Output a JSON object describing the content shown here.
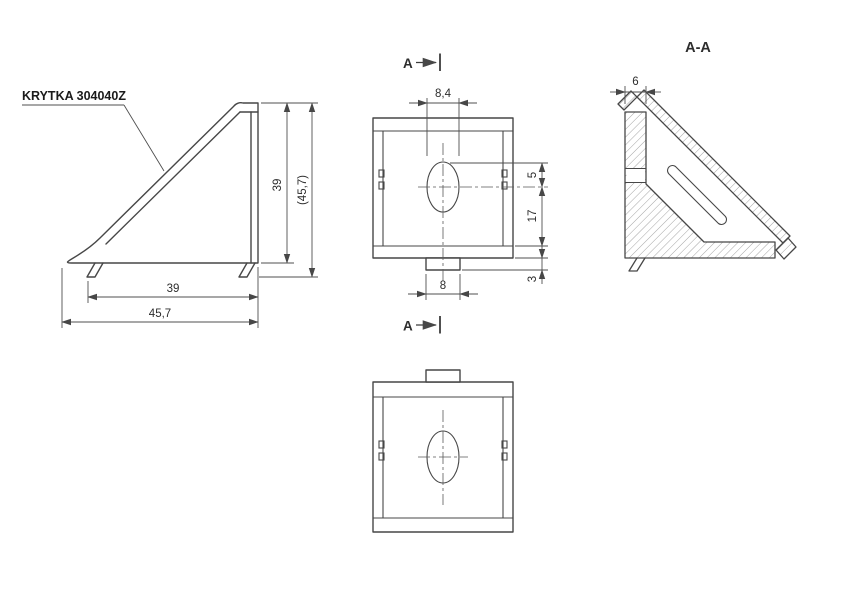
{
  "part": {
    "label": "KRYTKA 304040Z"
  },
  "side_view": {
    "dim_height": "39",
    "dim_total_height": "(45,7)",
    "dim_width": "39",
    "dim_total_width": "45,7"
  },
  "front_view": {
    "cut_letter": "A",
    "dim_slot_width": "8,4",
    "dim_top": "5",
    "dim_mid": "17",
    "dim_tab_width": "8",
    "dim_tab_height": "3"
  },
  "section_view": {
    "title": "A-A",
    "dim_thickness": "6"
  }
}
